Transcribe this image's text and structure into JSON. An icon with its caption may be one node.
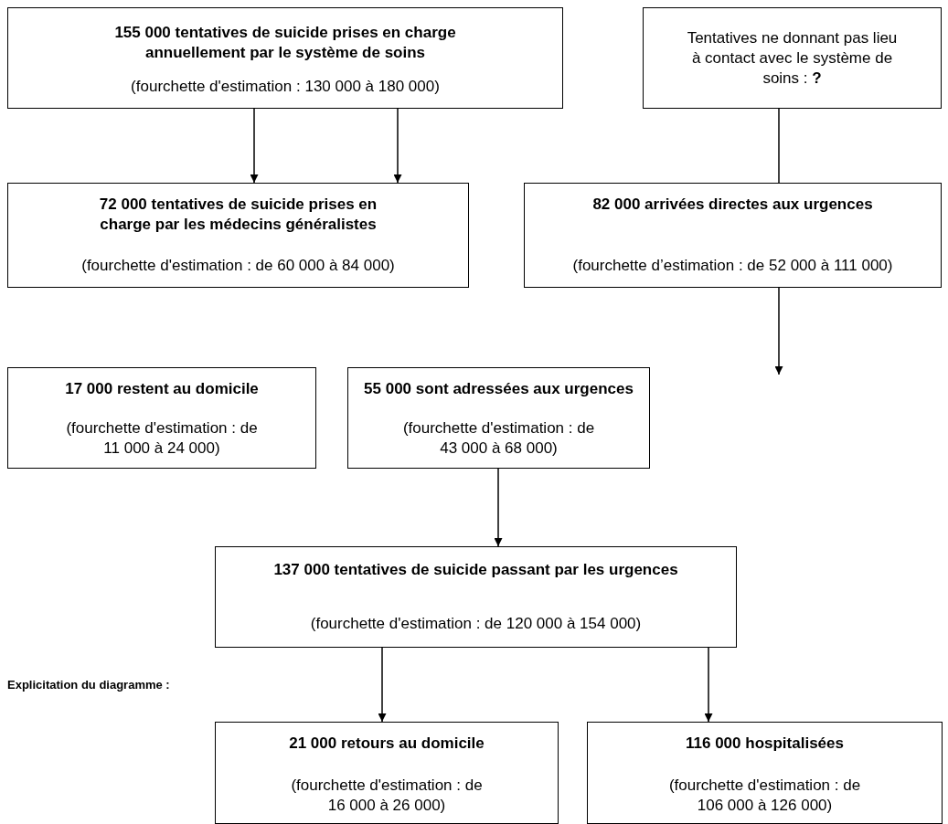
{
  "diagram": {
    "nodes": [
      {
        "text": [
          "155 000 tentatives de suicide prises en charge annuellement par le système de soins",
          "(fourchette d'estimation : 130 000 à 180 000)"
        ]
      },
      {
        "text": [
          "Tentatives ne donnant pas lieu à contact avec le système de soins : **?**"
        ]
      },
      {
        "text": [
          "72 000 tentatives de suicide prises en charge par les médecins généralistes",
          "(fourchette d'estimation : de 60 000 à 84 000)"
        ]
      },
      {
        "text": [
          "82 000 arrivées directes aux urgences",
          "(fourchette d’estimation : de 52 000 à 111 000)"
        ]
      },
      {
        "text": [
          "17 000 restent au domicile",
          "(fourchette d'estimation : de 11 000 à 24 000)"
        ]
      },
      {
        "text": [
          "55 000 sont adressées aux urgences",
          "(fourchette d'estimation : de 43 000 à 68 000)"
        ]
      },
      {
        "text": [
          "137 000 tentatives de suicide passant par les urgences",
          "(fourchette d'estimation : de 120 000 à 154 000)"
        ]
      },
      {
        "text": [
          "21 000 retours au domicile",
          "(fourchette d'estimation : de 16 000 à 26 000)"
        ]
      },
      {
        "text": [
          "116 000 hospitalisées",
          "(fourchette d'estimation : de 106 000 à 126 000)"
        ]
      }
    ],
    "edges": [
      {
        "from": 0,
        "to": 2,
        "arrow": "to"
      },
      {
        "from": 0,
        "to": 2,
        "arrow": "to"
      },
      {
        "from": 1,
        "to": null,
        "arrow": "to"
      },
      {
        "from": 5,
        "to": 6,
        "arrow": "to"
      },
      {
        "from": 6,
        "to": 7,
        "arrow": "to"
      },
      {
        "from": 6,
        "to": 8,
        "arrow": "to"
      }
    ],
    "labels": [
      "Explicitation du diagramme :"
    ]
  }
}
